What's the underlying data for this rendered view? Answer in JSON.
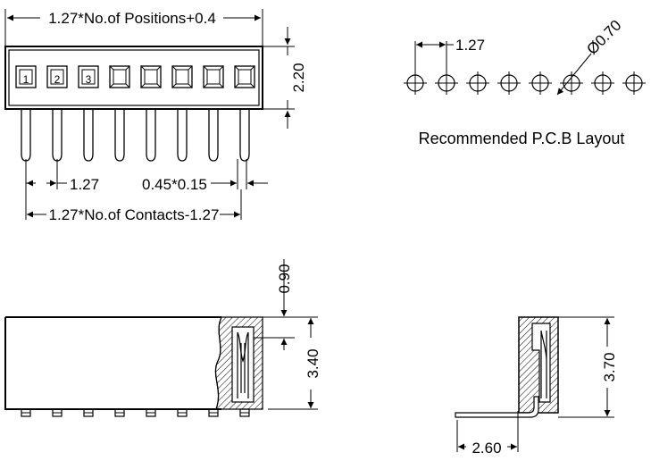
{
  "front_view": {
    "overall_width_label": "1.27*No.of Positions+0.4",
    "height_label": "2.20",
    "pitch_label": "1.27",
    "pin_size_label": "0.45*0.15",
    "contacts_span_label": "1.27*No.of Contacts-1.27",
    "pin_numbers": [
      "1",
      "2",
      "3"
    ]
  },
  "pcb_layout": {
    "pitch_label": "1.27",
    "hole_label": "Ø0.70",
    "caption": "Recommended P.C.B Layout"
  },
  "side_view": {
    "top_gap_label": "0.90",
    "body_height_label": "3.40"
  },
  "end_view": {
    "height_label": "3.70",
    "offset_label": "2.60"
  }
}
